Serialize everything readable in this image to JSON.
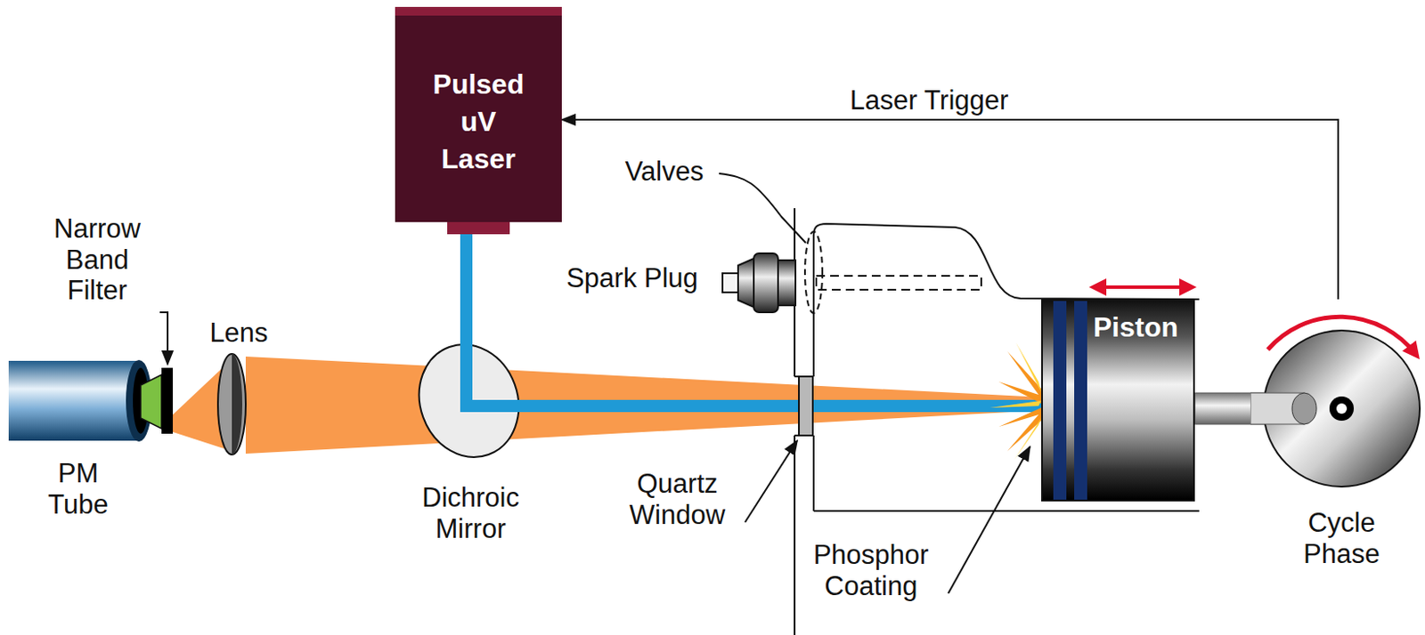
{
  "diagram": {
    "nodes": [
      {
        "text": [
          "Pulsed uV Laser"
        ]
      },
      {
        "text": [
          "Piston"
        ]
      },
      {
        "text": [
          "Cycle Phase"
        ]
      }
    ],
    "edges": [
      {
        "from": 2,
        "to": 0,
        "arrow": "to",
        "label": "Laser Trigger"
      }
    ],
    "labels": [
      "Valves",
      "Spark Plug",
      "Narrow Band Filter",
      "Lens",
      "PM Tube",
      "Dichroic Mirror",
      "Quartz Window",
      "Phosphor Coating"
    ]
  }
}
